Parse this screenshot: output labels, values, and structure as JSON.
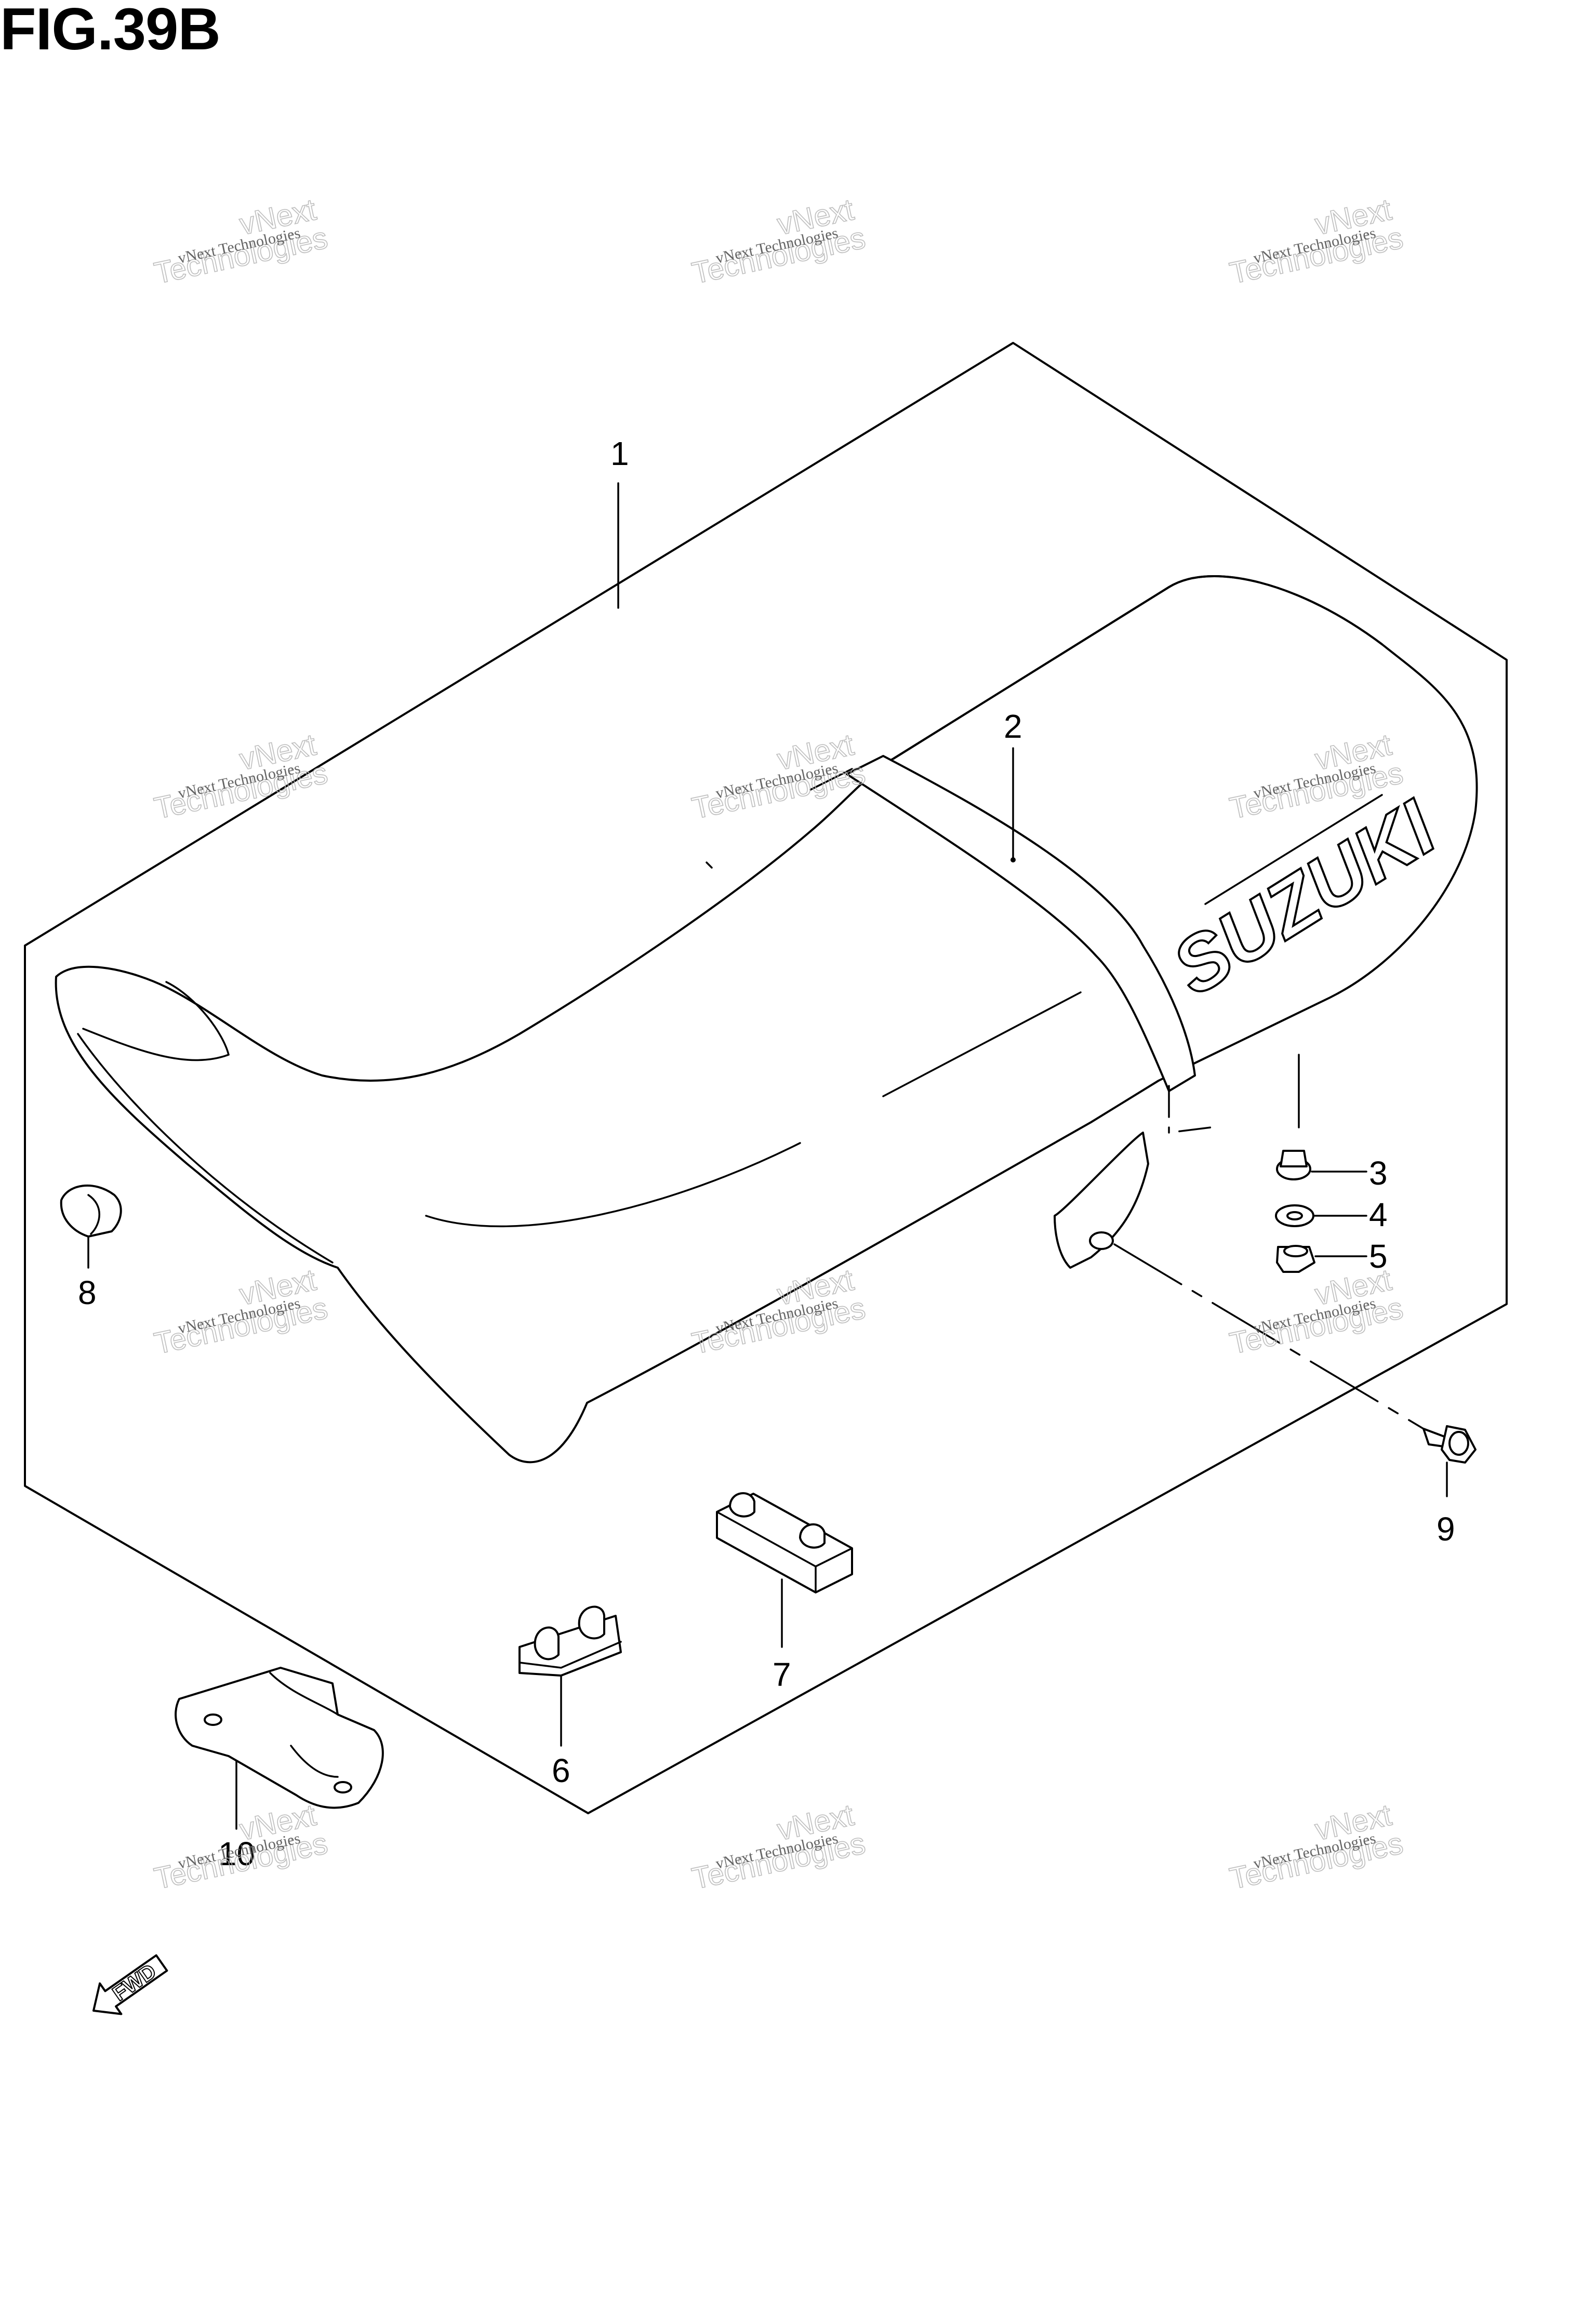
{
  "figure": {
    "title": "FIG.39B",
    "brand_logo_text": "SUZUKI",
    "forward_marker": "FWD"
  },
  "watermark": {
    "line1": "vNext",
    "line2": "Technologies",
    "line3": "vNext Technologies"
  },
  "callouts": [
    {
      "number": "1"
    },
    {
      "number": "2"
    },
    {
      "number": "3"
    },
    {
      "number": "4"
    },
    {
      "number": "5"
    },
    {
      "number": "6"
    },
    {
      "number": "7"
    },
    {
      "number": "8"
    },
    {
      "number": "9"
    },
    {
      "number": "10"
    }
  ]
}
